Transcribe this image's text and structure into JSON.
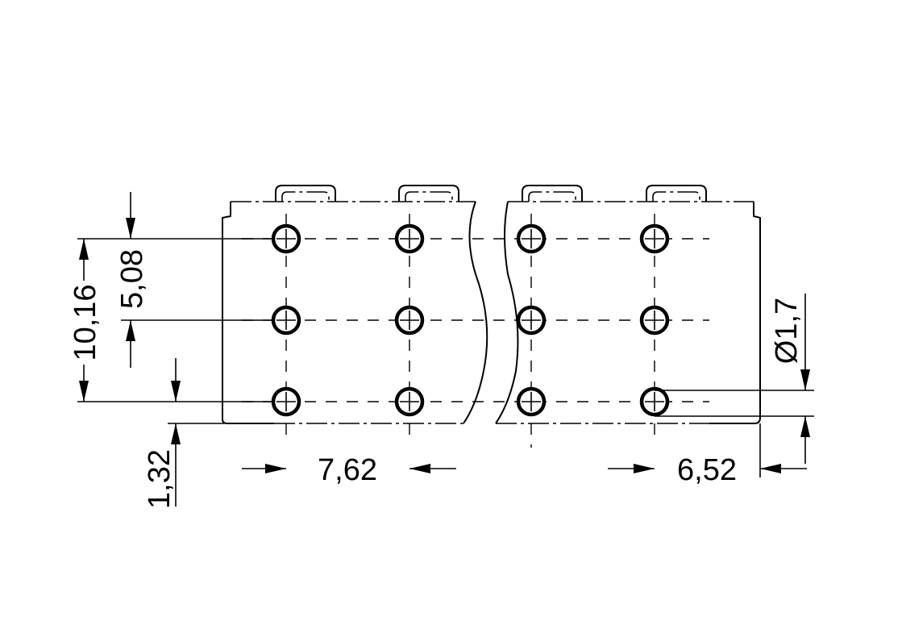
{
  "dimensions": {
    "pitch_horizontal": "7,62",
    "end_offset": "6,52",
    "row_pitch_total": "10,16",
    "row_pitch": "5,08",
    "edge_offset": "1,32",
    "hole_diameter": "Ø1,7"
  }
}
